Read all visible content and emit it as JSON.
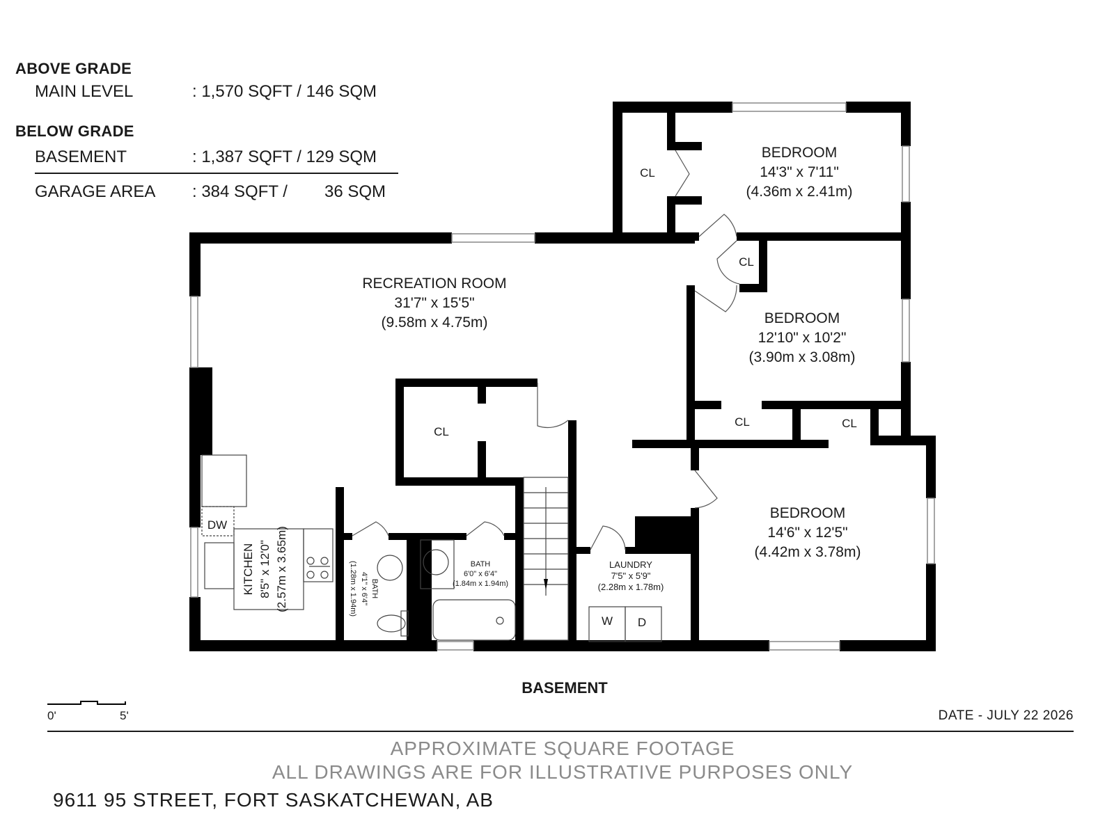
{
  "summary": {
    "above_grade": "ABOVE GRADE",
    "main_level_label": "MAIN LEVEL",
    "main_level_value": ": 1,570 SQFT / 146 SQM",
    "below_grade": "BELOW GRADE",
    "basement_label": "BASEMENT",
    "basement_value": ": 1,387 SQFT / 129 SQM",
    "garage_label": "GARAGE AREA",
    "garage_value_sqft": ": 384 SQFT /",
    "garage_value_sqm": "36 SQM"
  },
  "rooms": {
    "bedroom1": {
      "name": "BEDROOM",
      "imperial": "14'3\" x 7'11\"",
      "metric": "(4.36m x 2.41m)"
    },
    "bedroom2": {
      "name": "BEDROOM",
      "imperial": "12'10\" x 10'2\"",
      "metric": "(3.90m x 3.08m)"
    },
    "bedroom3": {
      "name": "BEDROOM",
      "imperial": "14'6\" x 12'5\"",
      "metric": "(4.42m x 3.78m)"
    },
    "recreation": {
      "name": "RECREATION ROOM",
      "imperial": "31'7\" x 15'5\"",
      "metric": "(9.58m x 4.75m)"
    },
    "kitchen": {
      "name": "KITCHEN",
      "imperial": "8'5\" x 12'0\"",
      "metric": "(2.57m x 3.65m)"
    },
    "bath1": {
      "name": "BATH",
      "imperial": "4'1\" x 6'4\"",
      "metric": "(1.28m x 1.94m)"
    },
    "bath2": {
      "name": "BATH",
      "imperial": "6'0\" x 6'4\"",
      "metric": "(1.84m x 1.94m)"
    },
    "laundry": {
      "name": "LAUNDRY",
      "imperial": "7'5\" x 5'9\"",
      "metric": "(2.28m x 1.78m)"
    },
    "closet": "CL",
    "dishwasher": "DW",
    "washer": "W",
    "dryer": "D"
  },
  "floor_name": "BASEMENT",
  "scale": {
    "start": "0'",
    "end": "5'"
  },
  "date": "DATE - JULY 22 2026",
  "disclaimer1": "APPROXIMATE SQUARE FOOTAGE",
  "disclaimer2": "ALL DRAWINGS ARE FOR ILLUSTRATIVE PURPOSES ONLY",
  "address": "9611 95 STREET, FORT SASKATCHEWAN, AB"
}
